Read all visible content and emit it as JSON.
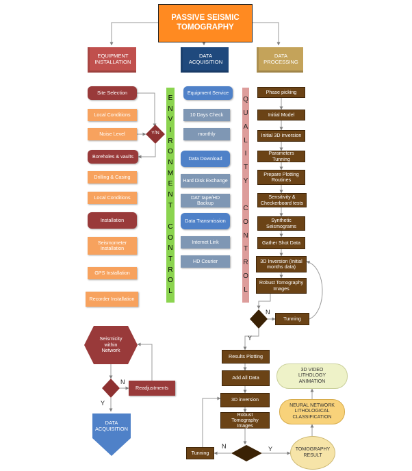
{
  "title": [
    "PASSIVE SEISMIC",
    "TOMOGRAPHY"
  ],
  "columns": {
    "equipment": [
      "EQUIPMENT",
      "INSTALLATION"
    ],
    "acquisition": [
      "DATA",
      "ACQUISITION"
    ],
    "processing": [
      "DATA",
      "PROCESSING"
    ]
  },
  "equipment_steps": {
    "site_selection": "Site Selection",
    "local_conditions_1": "Local Conditions",
    "noise_level": "Noise Level",
    "yn": "Y/N",
    "boreholes": "Boreholes & vaults",
    "drilling": "Drilling & Casing",
    "local_conditions_2": "Local Conditions",
    "installation": "Installation",
    "seismometer": [
      "Seismometer",
      "Installation"
    ],
    "gps": "GPS Installation",
    "recorder": "Recorder Installation"
  },
  "environment_control": [
    "E",
    "N",
    "V",
    "I",
    "R",
    "O",
    "N",
    "M",
    "E",
    "N",
    "T",
    "",
    "C",
    "O",
    "N",
    "T",
    "R",
    "O",
    "L"
  ],
  "quality_control": [
    "Q",
    "U",
    "A",
    "L",
    "I",
    "T",
    "Y",
    "",
    "C",
    "O",
    "N",
    "T",
    "R",
    "O",
    "L"
  ],
  "acquisition_steps": {
    "equipment_service": "Equipment Service",
    "ten_days": "10 Days Check",
    "monthly": "monthly",
    "data_download": "Data Download",
    "hard_disk": "Hard Disk Exchange",
    "dat_tape": "DAT tape/HD Backup",
    "transmission": "Data Transmission",
    "internet": "Internet Link",
    "hd_courier": "HD Courier"
  },
  "processing_steps": {
    "phase_picking": "Phase picking",
    "initial_model": "Initial Model",
    "initial_3d": "Initial 3D inversion",
    "parameters": "Parameters Tunning",
    "plotting_routines": [
      "Prepare Plotting",
      "Routines"
    ],
    "sensitivity": [
      "Sensitivity &",
      "Checkerboard tests"
    ],
    "synthetic": [
      "Synthetic",
      "Seismograms"
    ],
    "gather_shot": "Gather Shot Data",
    "inversion_initial_months": [
      "3D Inversion (Initial",
      "months data)"
    ],
    "robust_images_1": [
      "Robust Tomography",
      "Images"
    ],
    "tunning_1": "Tunning",
    "n_1": "N",
    "y_1": "Y",
    "results_plotting": "Results Plotting",
    "add_all_data": "Add All Data",
    "inversion_3d": "3D inversion",
    "robust_images_2": [
      "Robust Tomography",
      "Images"
    ],
    "tunning_2": "Tunning",
    "n_2": "N",
    "y_2": "Y"
  },
  "seismicity": {
    "network": [
      "Seismicity",
      "within",
      "Network"
    ],
    "readjustments": "Readjustments",
    "n": "N",
    "y": "Y",
    "data_acquisition": [
      "DATA",
      "ACQUISITION"
    ]
  },
  "outputs": {
    "video": [
      "3D VIDEO",
      "LITHOLOGY",
      "ANIMATION"
    ],
    "neural": [
      "NEURAL NETWORK",
      "LITHOLOGICAL",
      "CLASSIFICATION"
    ],
    "tomography_result": [
      "TOMOGRAPHY",
      "RESULT"
    ]
  },
  "colors": {
    "title_orange": "#ff8a21",
    "equipment_red": "#c0504d",
    "acquisition_navy": "#1f497d",
    "processing_tan": "#c4a35a",
    "maroon": "#993a3a",
    "orange": "#f7a25e",
    "blue": "#4f81c8",
    "grey_blue": "#7f97b4",
    "brown": "#6b4316",
    "green_bar": "#8bd44f",
    "pink_bar": "#dd9d9b"
  }
}
